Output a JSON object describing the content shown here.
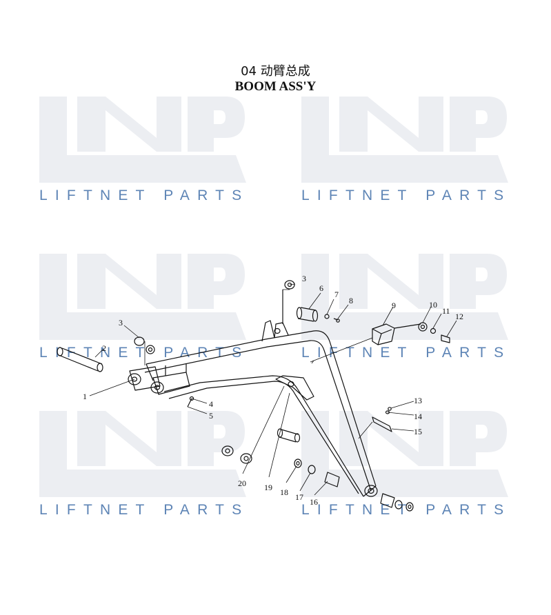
{
  "header": {
    "title_cn": "04 动臂总成",
    "title_en": "BOOM ASS'Y"
  },
  "watermark": {
    "text": "LIFTNET PARTS",
    "color": "#5d84b5",
    "logo_color": "#eceef2"
  },
  "callouts": [
    "1",
    "2",
    "3",
    "3",
    "4",
    "5",
    "6",
    "7",
    "8",
    "9",
    "10",
    "11",
    "12",
    "13",
    "14",
    "15",
    "16",
    "17",
    "18",
    "19",
    "20"
  ]
}
